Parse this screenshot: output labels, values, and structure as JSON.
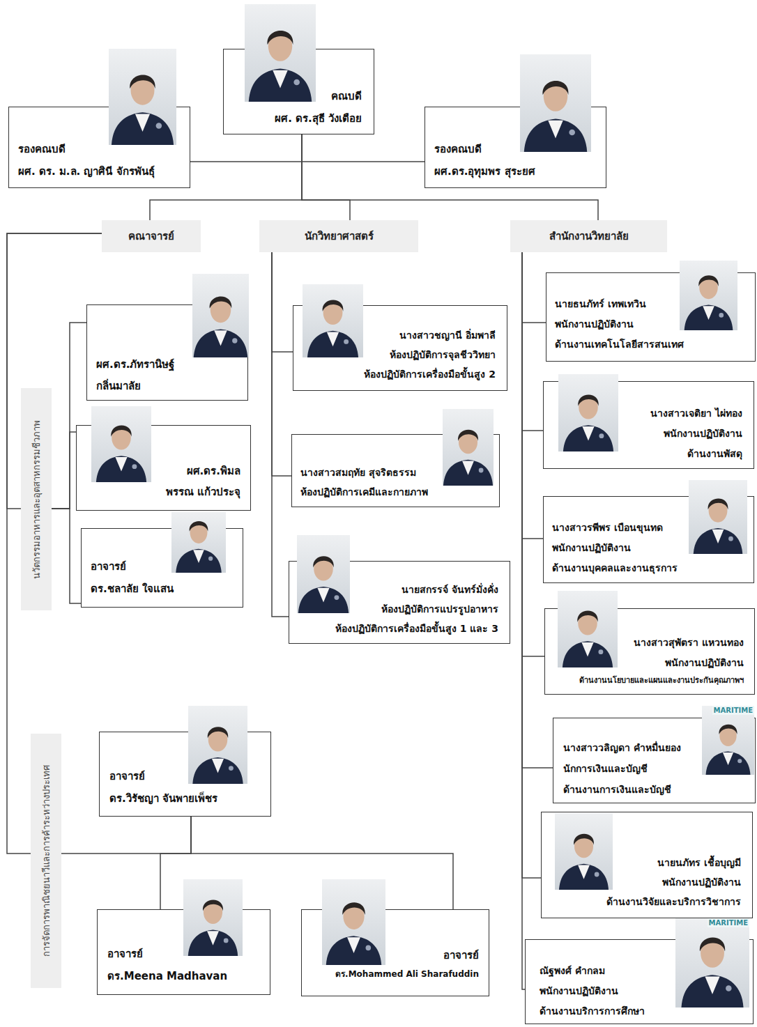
{
  "diagram": {
    "nodes": [
      {
        "text": [
          "คณบดี",
          "ผศ. ดร.สุธี วังเตือย"
        ]
      },
      {
        "text": [
          "รองคณบดี",
          "ผศ. ดร. ม.ล. ญาศินี จักรพันธุ์"
        ]
      },
      {
        "text": [
          "รองคณบดี",
          "ผศ.ดร.อุทุมพร สุระยศ"
        ]
      },
      {
        "text": [
          "คณาจารย์"
        ]
      },
      {
        "text": [
          "นักวิทยาศาสตร์"
        ]
      },
      {
        "text": [
          "สำนักงานวิทยาลัย"
        ]
      },
      {
        "text": [
          "นวัตกรรมอาหารและอุตสาหกรรมชีวภาพ"
        ]
      },
      {
        "text": [
          "ผศ.ดร.ภัทรานิษฐ์",
          "กลิ่นมาลัย"
        ]
      },
      {
        "text": [
          "ผศ.ดร.พิมล",
          "พรรณ แก้วประจุ"
        ]
      },
      {
        "text": [
          "อาจารย์",
          "ดร.ชลาลัย ใจแสน"
        ]
      },
      {
        "text": [
          "การจัดการพาณิชยนาวีและการค้าระหว่างประเทศ"
        ]
      },
      {
        "text": [
          "อาจารย์",
          "ดร.วิรัชญา จันพายเพ็ชร"
        ]
      },
      {
        "text": [
          "อาจารย์",
          "ดร.Meena Madhavan"
        ]
      },
      {
        "text": [
          "อาจารย์",
          "ดร.Mohammed Ali Sharafuddin"
        ]
      },
      {
        "text": [
          "นางสาวชญานี อิ่มพาลี",
          "ห้องปฏิบัติการจุลชีววิทยา",
          "ห้องปฏิบัติการเครื่องมือขั้นสูง 2"
        ]
      },
      {
        "text": [
          "นางสาวสมฤทัย สุจริตธรรม",
          "ห้องปฏิบัติการเคมีและกายภาพ"
        ]
      },
      {
        "text": [
          "นายสกรรจ์ จันทร์มั่งคั่ง",
          "ห้องปฏิบัติการแปรรูปอาหาร",
          "ห้องปฏิบัติการเครื่องมือขั้นสูง 1 และ 3"
        ]
      },
      {
        "text": [
          "นายธนภัทร์ เทพเทวิน",
          "พนักงานปฏิบัติงาน",
          "ด้านงานเทคโนโลยีสารสนเทศ"
        ]
      },
      {
        "text": [
          "นางสาวเจติยา ไผ่ทอง",
          "พนักงานปฏิบัติงาน",
          "ด้านงานพัสดุ"
        ]
      },
      {
        "text": [
          "นางสาวรพีพร เบือนขุนทด",
          "พนักงานปฏิบัติงาน",
          "ด้านงานบุคคลและงานธุรการ"
        ]
      },
      {
        "text": [
          "นางสาวสุพัตรา แหวนทอง",
          "พนักงานปฏิบัติงาน",
          "ด้านงานนโยบายและแผนและงานประกันคุณภาพฯ"
        ]
      },
      {
        "text": [
          "นางสาววลิญดา คำหมื่นยอง",
          "นักการเงินและบัญชี",
          "ด้านงานการเงินและบัญชี"
        ]
      },
      {
        "text": [
          "นายนภัทร เชื้อบุญมี",
          "พนักงานปฏิบัติงาน",
          "ด้านงานวิจัยและบริการวิชาการ"
        ]
      },
      {
        "text": [
          "ณัฐพงศ์ คำกลม",
          "พนักงานปฏิบัติงาน",
          "ด้านงานบริการการศึกษา"
        ]
      }
    ],
    "edges": [
      {
        "from": 0,
        "to": 1,
        "arrow": "none"
      },
      {
        "from": 0,
        "to": 2,
        "arrow": "none"
      },
      {
        "from": 0,
        "to": 3,
        "arrow": "none"
      },
      {
        "from": 0,
        "to": 4,
        "arrow": "none"
      },
      {
        "from": 0,
        "to": 5,
        "arrow": "none"
      },
      {
        "from": 3,
        "to": 6,
        "arrow": "none"
      },
      {
        "from": 6,
        "to": 7,
        "arrow": "none"
      },
      {
        "from": 6,
        "to": 8,
        "arrow": "none"
      },
      {
        "from": 6,
        "to": 9,
        "arrow": "none"
      },
      {
        "from": 3,
        "to": 10,
        "arrow": "none"
      },
      {
        "from": 10,
        "to": 11,
        "arrow": "none"
      },
      {
        "from": 11,
        "to": 12,
        "arrow": "none"
      },
      {
        "from": 11,
        "to": 13,
        "arrow": "none"
      },
      {
        "from": 4,
        "to": 14,
        "arrow": "none"
      },
      {
        "from": 4,
        "to": 15,
        "arrow": "none"
      },
      {
        "from": 4,
        "to": 16,
        "arrow": "none"
      },
      {
        "from": 5,
        "to": 17,
        "arrow": "none"
      },
      {
        "from": 5,
        "to": 18,
        "arrow": "none"
      },
      {
        "from": 5,
        "to": 19,
        "arrow": "none"
      },
      {
        "from": 5,
        "to": 20,
        "arrow": "none"
      },
      {
        "from": 5,
        "to": 21,
        "arrow": "none"
      },
      {
        "from": 5,
        "to": 22,
        "arrow": "none"
      },
      {
        "from": 5,
        "to": 23,
        "arrow": "none"
      }
    ],
    "labels": [
      "MARITIME",
      "MARITIME"
    ]
  }
}
